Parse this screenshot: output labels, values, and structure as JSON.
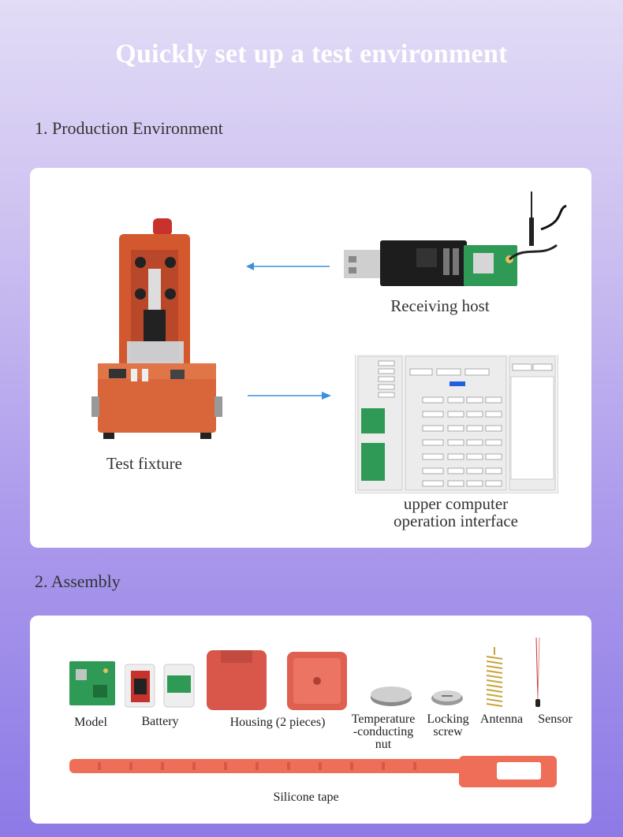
{
  "title": "Quickly set up a test environment",
  "sections": {
    "production": "1. Production Environment",
    "assembly": "2. Assembly"
  },
  "production": {
    "receiving_host": "Receiving host",
    "test_fixture": "Test fixture",
    "upper_computer": [
      "upper computer",
      "operation interface"
    ]
  },
  "assembly": {
    "parts": {
      "model": "Model",
      "battery": "Battery",
      "housing": "Housing (2 pieces)",
      "nut": [
        "Temperature",
        "-conducting",
        "nut"
      ],
      "screw": [
        "Locking",
        "screw"
      ],
      "antenna": "Antenna",
      "sensor": "Sensor",
      "tape": "Silicone tape"
    }
  },
  "colors": {
    "accent_arrow": "#3a8fe0",
    "fixture_orange": "#d8623a",
    "board_green": "#2e9a56"
  }
}
